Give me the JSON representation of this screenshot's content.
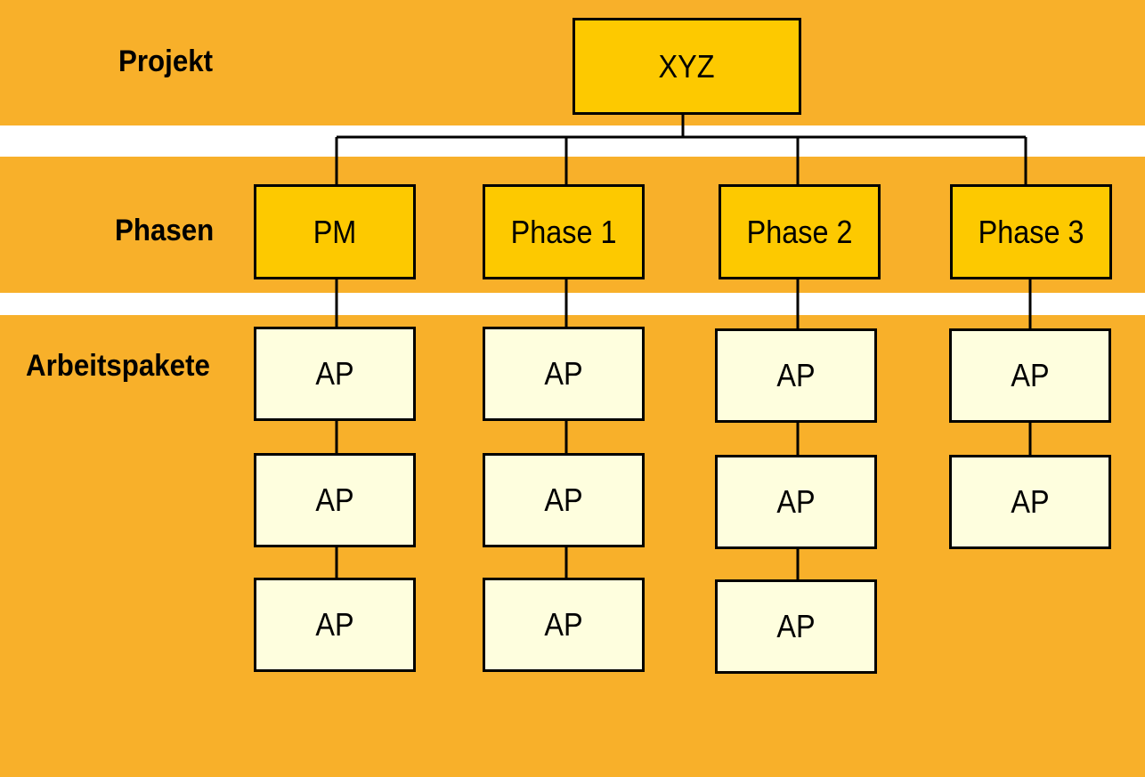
{
  "levels": {
    "project": "Projekt",
    "phases": "Phasen",
    "work_packages": "Arbeitspakete"
  },
  "root": {
    "label": "XYZ"
  },
  "phases": [
    {
      "label": "PM",
      "packages": [
        "AP",
        "AP",
        "AP"
      ]
    },
    {
      "label": "Phase 1",
      "packages": [
        "AP",
        "AP",
        "AP"
      ]
    },
    {
      "label": "Phase 2",
      "packages": [
        "AP",
        "AP",
        "AP"
      ]
    },
    {
      "label": "Phase 3",
      "packages": [
        "AP",
        "AP"
      ]
    }
  ],
  "colors": {
    "band": "#f8b02a",
    "root_fill": "#fdc900",
    "phase_fill": "#fdc900",
    "package_fill": "#fefede",
    "line": "#000000"
  }
}
